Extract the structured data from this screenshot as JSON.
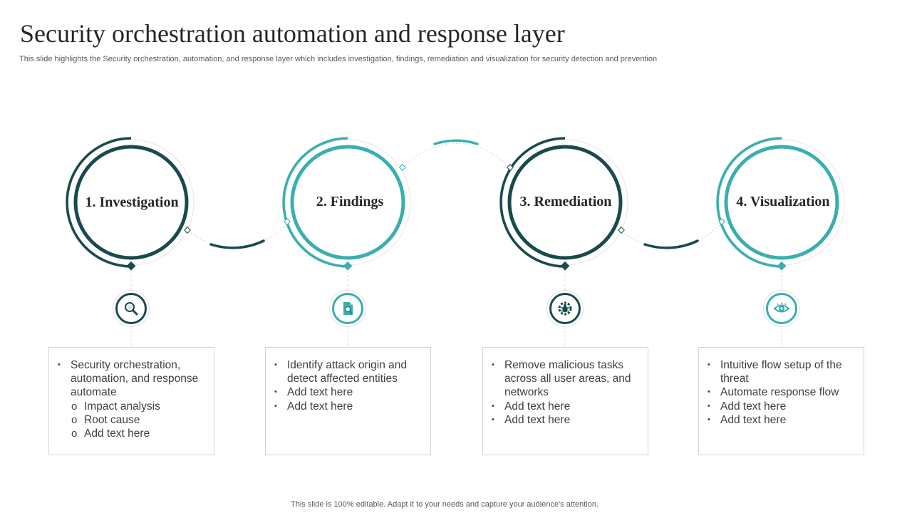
{
  "title": "Security orchestration automation and response layer",
  "subtitle": "This slide highlights the Security orchestration, automation, and response layer which includes investigation, findings, remediation and visualization for security detection and prevention",
  "footer": "This slide is 100% editable. Adapt it to your needs and capture your audience's attention.",
  "colors": {
    "dark": "#194a4d",
    "teal": "#3aaeb1",
    "text": "#404040",
    "border": "#d4d4d4"
  },
  "steps": [
    {
      "label": "1. Investigation",
      "icon": "magnifier-icon",
      "color": "dark",
      "bullets": [
        "Security orchestration, automation, and response automate",
        "Impact analysis",
        "Root cause",
        "Add text here"
      ]
    },
    {
      "label": "2. Findings",
      "icon": "document-search-icon",
      "color": "teal",
      "bullets": [
        "Identify attack origin and detect affected entities",
        "Add text here",
        "Add text here"
      ]
    },
    {
      "label": "3. Remediation",
      "icon": "bug-gear-icon",
      "color": "dark",
      "bullets": [
        "Remove malicious tasks across all user areas, and networks",
        "Add text here",
        "Add text here"
      ]
    },
    {
      "label": "4. Visualization",
      "icon": "eye-icon",
      "color": "teal",
      "bullets": [
        "Intuitive flow setup of the threat",
        "Automate response flow",
        "Add text here",
        "Add text here"
      ]
    }
  ]
}
